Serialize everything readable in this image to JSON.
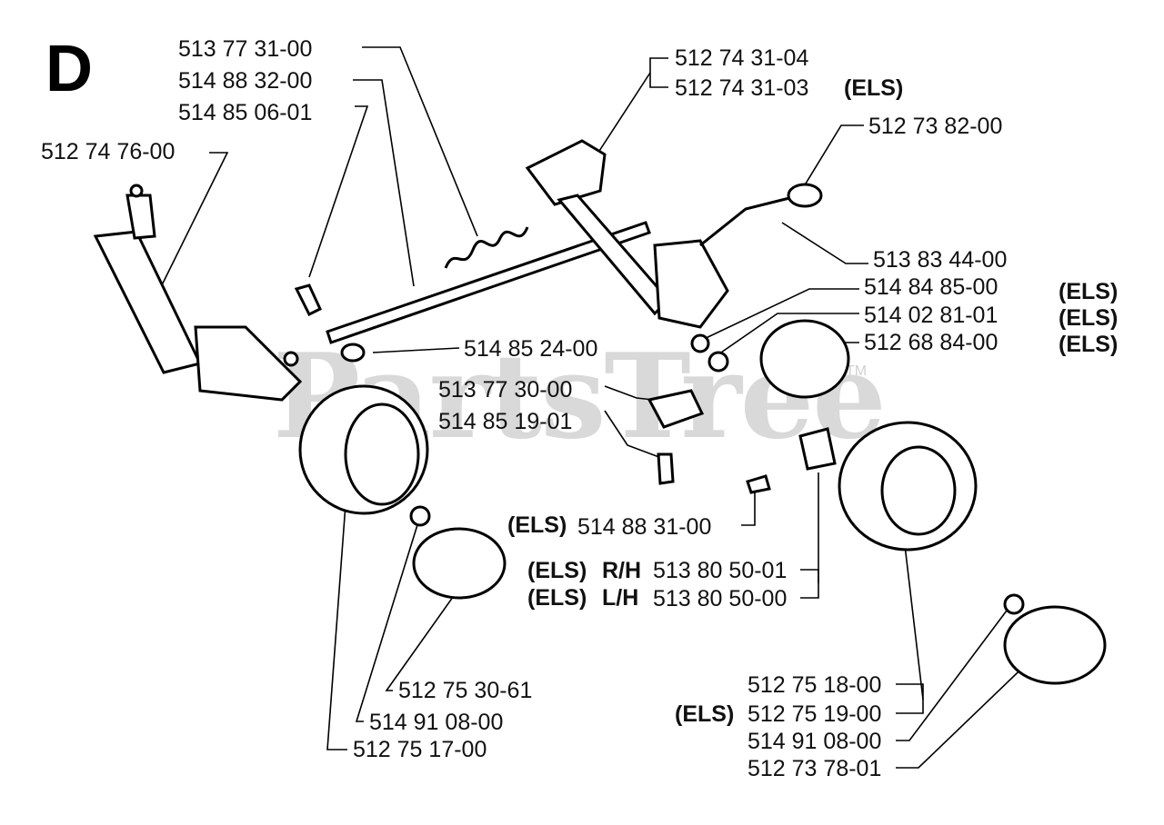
{
  "diagram": {
    "section_letter": "D",
    "watermark": "PartsTree",
    "watermark_mark": "TM",
    "els_tag": "(ELS)",
    "part_labels": {
      "p_513773100": "513 77 31-00",
      "p_514883200": "514 88 32-00",
      "p_514850601": "514 85 06-01",
      "p_512747600": "512 74 76-00",
      "p_512743104": "512 74 31-04",
      "p_512743103": "512 74 31-03",
      "p_512738200": "512 73 82-00",
      "p_513834400": "513 83 44-00",
      "p_514848500": "514 84 85-00",
      "p_514028101": "514 02 81-01",
      "p_512688400": "512 68 84-00",
      "p_514852400": "514 85  24-00",
      "p_513773000": "513 77 30-00",
      "p_514851901": "514 85 19-01",
      "p_514883100": "514 88 31-00",
      "p_513805001": "513 80 50-01",
      "p_513805000": "513 80 50-00",
      "p_512753061": "512 75 30-61",
      "p_514910800_left": "514 91 08-00",
      "p_512751700": "512 75 17-00",
      "p_512751800": "512 75 18-00",
      "p_512751900": "512 75 19-00",
      "p_514910800_right": "514 91 08-00",
      "p_512737801": "512 73 78-01"
    },
    "side_tags": {
      "rh": "R/H",
      "lh": "L/H"
    }
  }
}
